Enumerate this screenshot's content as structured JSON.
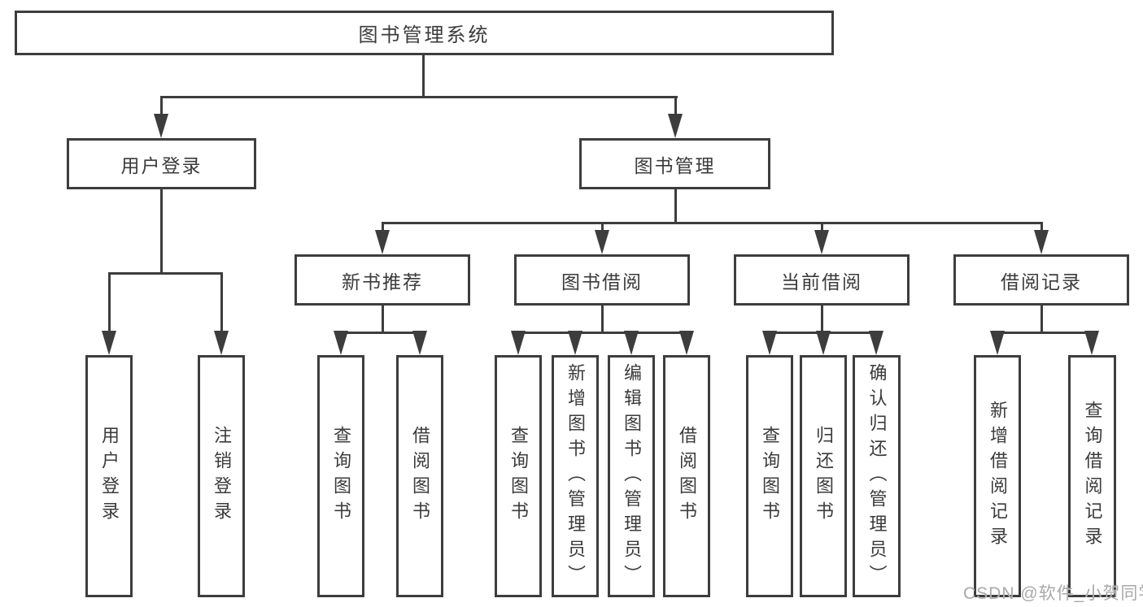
{
  "tree": {
    "label": "图书管理系统",
    "children": [
      {
        "label": "用户登录",
        "children": [
          {
            "label": "用户登录"
          },
          {
            "label": "注销登录"
          }
        ]
      },
      {
        "label": "图书管理",
        "children": [
          {
            "label": "新书推荐",
            "children": [
              {
                "label": "查询图书"
              },
              {
                "label": "借阅图书"
              }
            ]
          },
          {
            "label": "图书借阅",
            "children": [
              {
                "label": "查询图书"
              },
              {
                "label": "新增图书（管理员）"
              },
              {
                "label": "编辑图书（管理员）"
              },
              {
                "label": "借阅图书"
              }
            ]
          },
          {
            "label": "当前借阅",
            "children": [
              {
                "label": "查询图书"
              },
              {
                "label": "归还图书"
              },
              {
                "label": "确认归还（管理员）"
              }
            ]
          },
          {
            "label": "借阅记录",
            "children": [
              {
                "label": "新增借阅记录"
              },
              {
                "label": "查询借阅记录"
              }
            ]
          }
        ]
      }
    ]
  },
  "watermark": "CSDN @软件_小贺同学",
  "colors": {
    "line": "#3d3d3d",
    "text": "#3b3b3b",
    "watermark": "#a9a9a9",
    "background": "#ffffff"
  }
}
